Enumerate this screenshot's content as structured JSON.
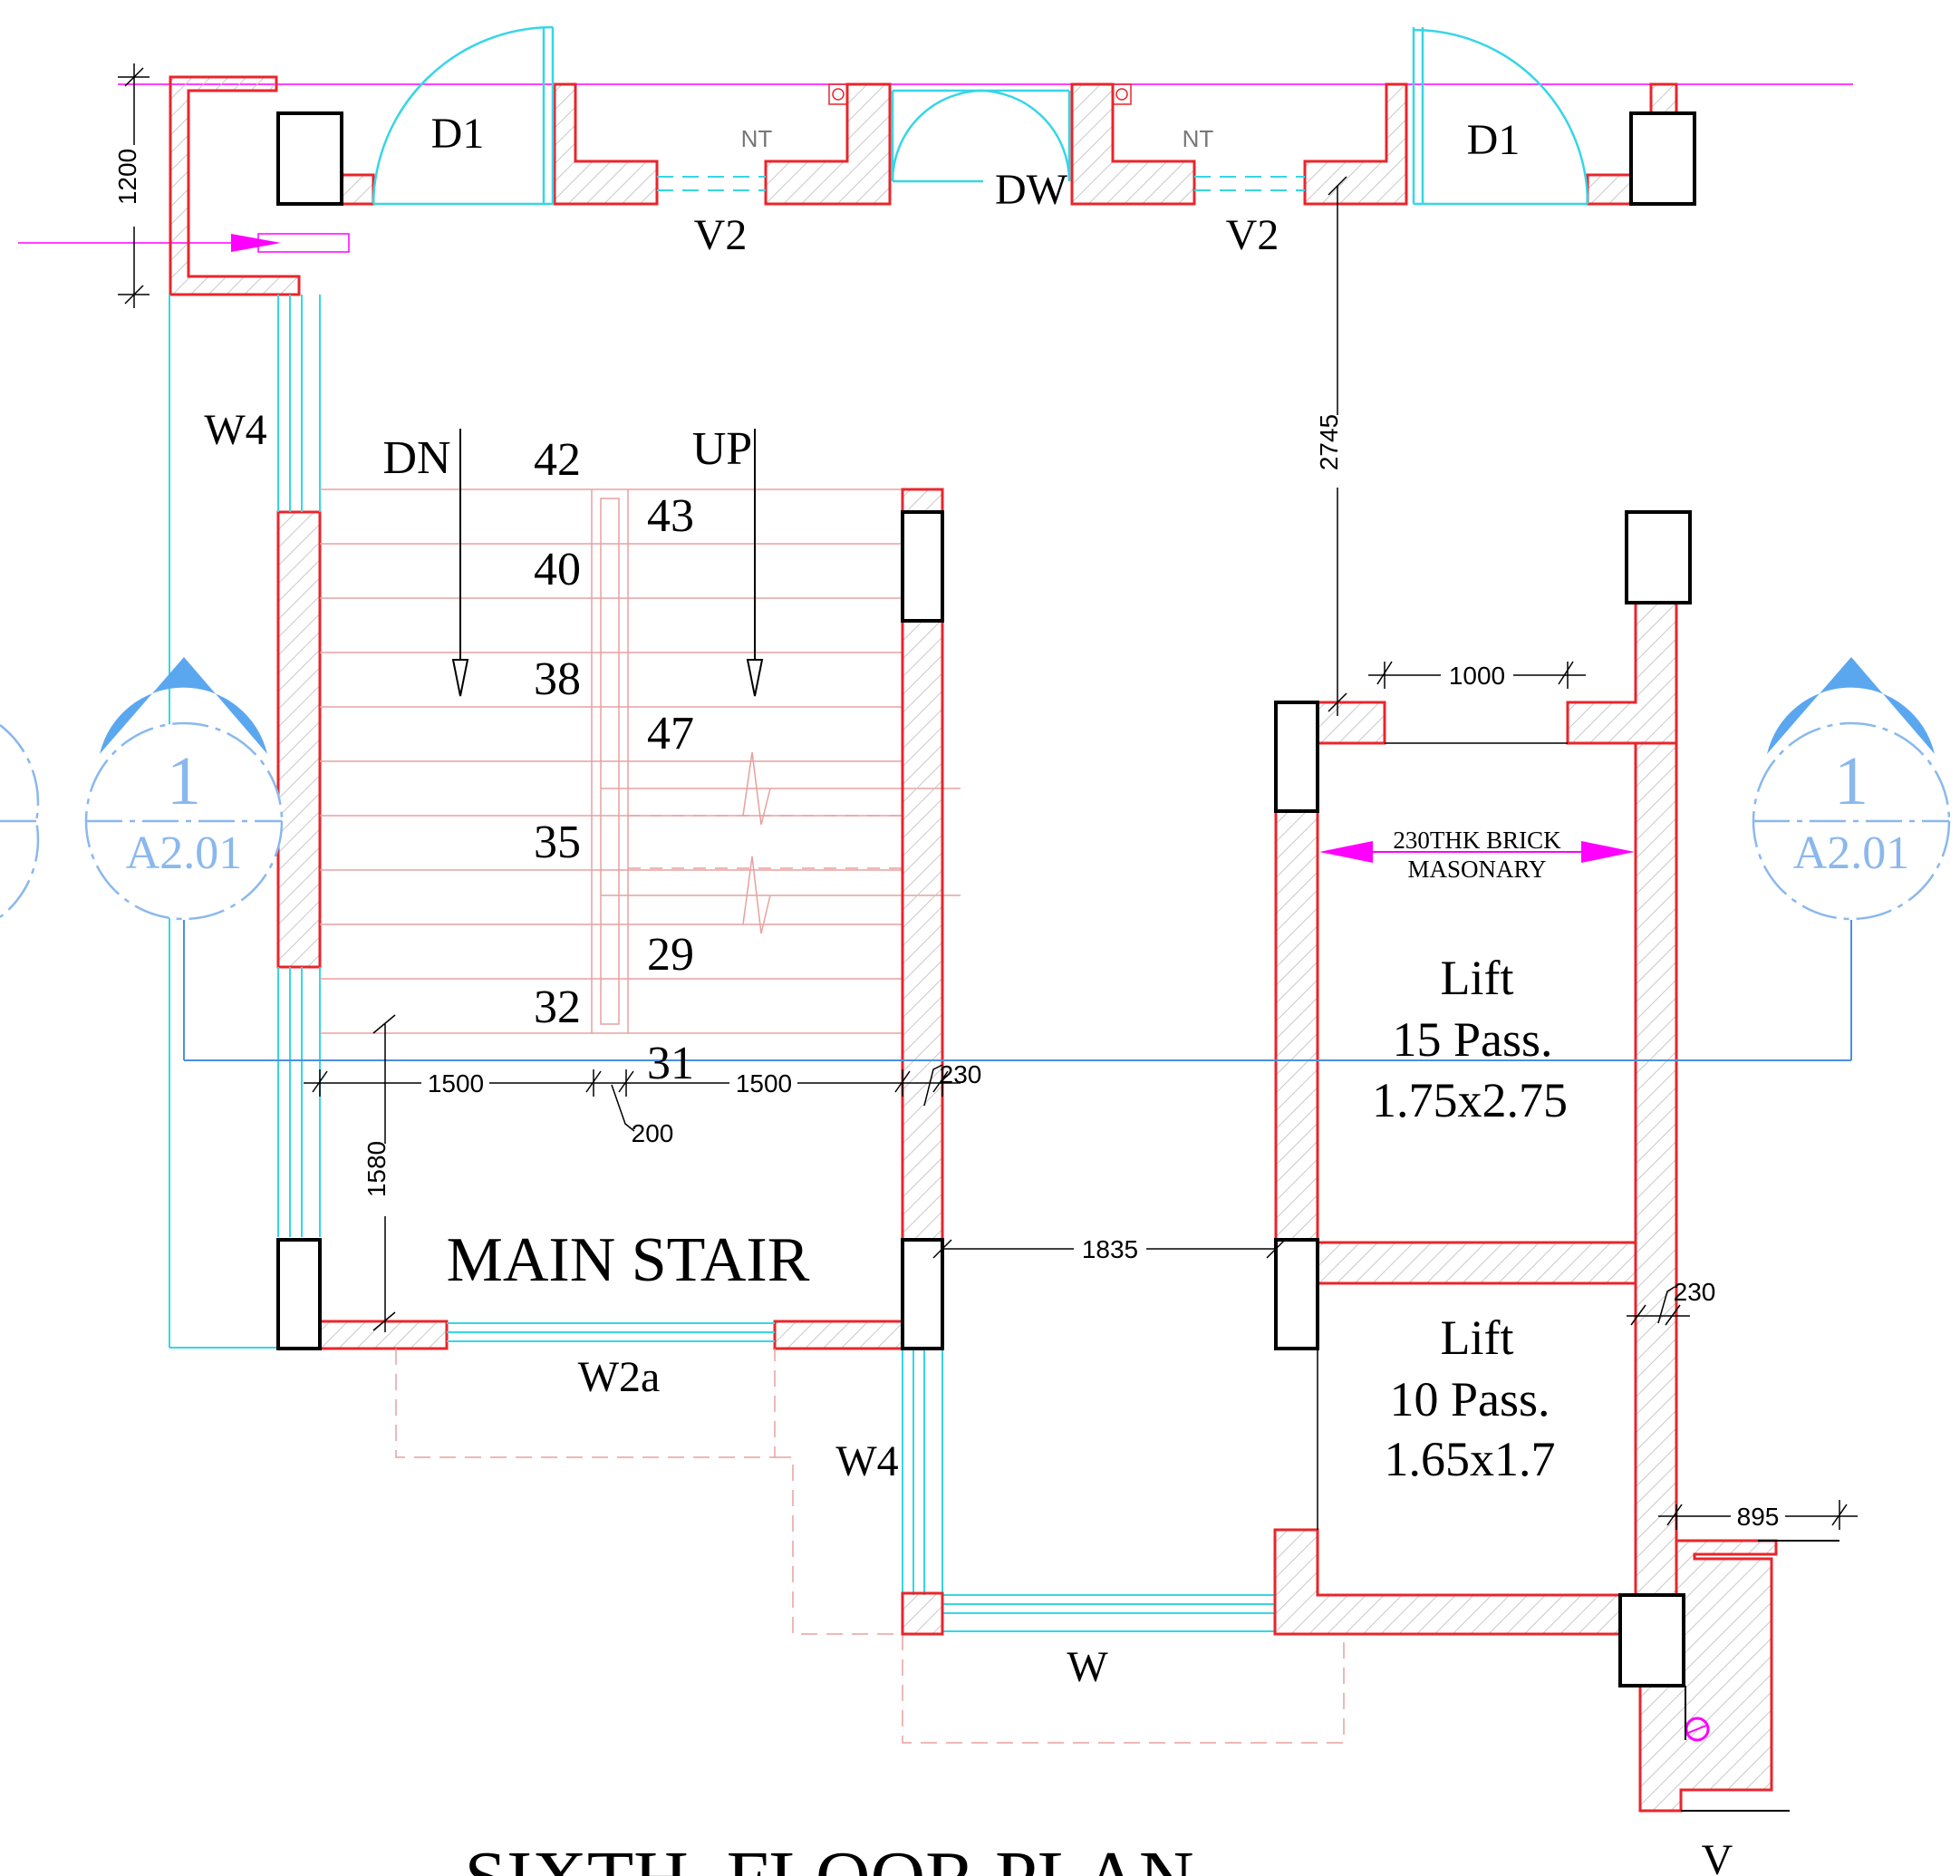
{
  "plan_title": "SIXTH  FLOOR PLAN",
  "colors": {
    "wall": "#e8262b",
    "column": "#000000",
    "window": "#36d6e6",
    "hatch": "#c8c8c8",
    "grid": "#4a90e2",
    "section": "#8ab8ee",
    "marker": "#ff00ff"
  },
  "doors": {
    "d1": "D1",
    "dw": "DW"
  },
  "nt": "NT",
  "ventilators": {
    "v2": "V2",
    "v": "V"
  },
  "windows": {
    "w4": "W4",
    "w2a": "W2a",
    "w": "W"
  },
  "stair": {
    "title": "MAIN STAIR",
    "dn": "DN",
    "up": "UP",
    "left_numbers": [
      "42",
      "40",
      "38",
      "35",
      "32"
    ],
    "right_numbers": [
      "43",
      "47",
      "29",
      "31"
    ]
  },
  "lift_large": {
    "line1": "Lift",
    "line2": "15 Pass.",
    "line3": "1.75x2.75"
  },
  "lift_small": {
    "line1": "Lift",
    "line2": "10 Pass.",
    "line3": "1.65x1.7"
  },
  "masonry_note": {
    "line1": "230THK BRICK",
    "line2": "MASONARY"
  },
  "dimensions": {
    "d1200": "1200",
    "d2745": "2745",
    "d1000": "1000",
    "d1500": "1500",
    "d200": "200",
    "d230": "230",
    "d1580": "1580",
    "d1835": "1835",
    "d895": "895"
  },
  "section_marker": {
    "number": "1",
    "sheet": "A2.01"
  }
}
